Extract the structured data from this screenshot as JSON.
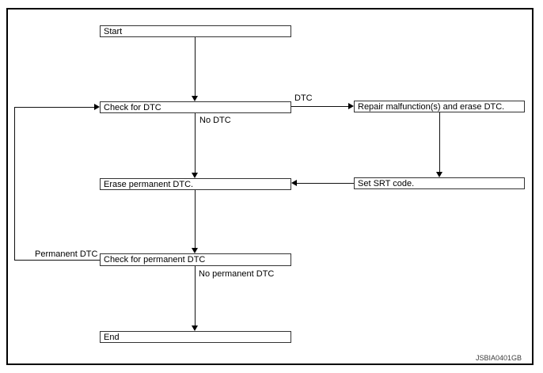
{
  "diagram": {
    "type": "flowchart",
    "code_label": "JSBIA0401GB",
    "colors": {
      "background": "#ffffff",
      "frame_border": "#000000",
      "node_border": "#333333",
      "line": "#111111",
      "text": "#000000"
    },
    "nodes": [
      {
        "id": "start",
        "label": "Start"
      },
      {
        "id": "check-dtc",
        "label": "Check for DTC"
      },
      {
        "id": "repair",
        "label": "Repair malfunction(s) and erase DTC."
      },
      {
        "id": "erase-permanent-dtc",
        "label": "Erase permanent DTC."
      },
      {
        "id": "set-srt-code",
        "label": "Set SRT code."
      },
      {
        "id": "check-permanent-dtc",
        "label": "Check for permanent DTC"
      },
      {
        "id": "end",
        "label": "End"
      }
    ],
    "edges": [
      {
        "from": "start",
        "to": "check-dtc",
        "label": ""
      },
      {
        "from": "check-dtc",
        "to": "repair",
        "label": "DTC"
      },
      {
        "from": "check-dtc",
        "to": "erase-permanent-dtc",
        "label": "No DTC"
      },
      {
        "from": "repair",
        "to": "set-srt-code",
        "label": ""
      },
      {
        "from": "set-srt-code",
        "to": "erase-permanent-dtc",
        "label": ""
      },
      {
        "from": "erase-permanent-dtc",
        "to": "check-permanent-dtc",
        "label": ""
      },
      {
        "from": "check-permanent-dtc",
        "to": "end",
        "label": "No permanent DTC"
      },
      {
        "from": "check-permanent-dtc",
        "to": "check-dtc",
        "label": "Permanent DTC"
      }
    ]
  }
}
